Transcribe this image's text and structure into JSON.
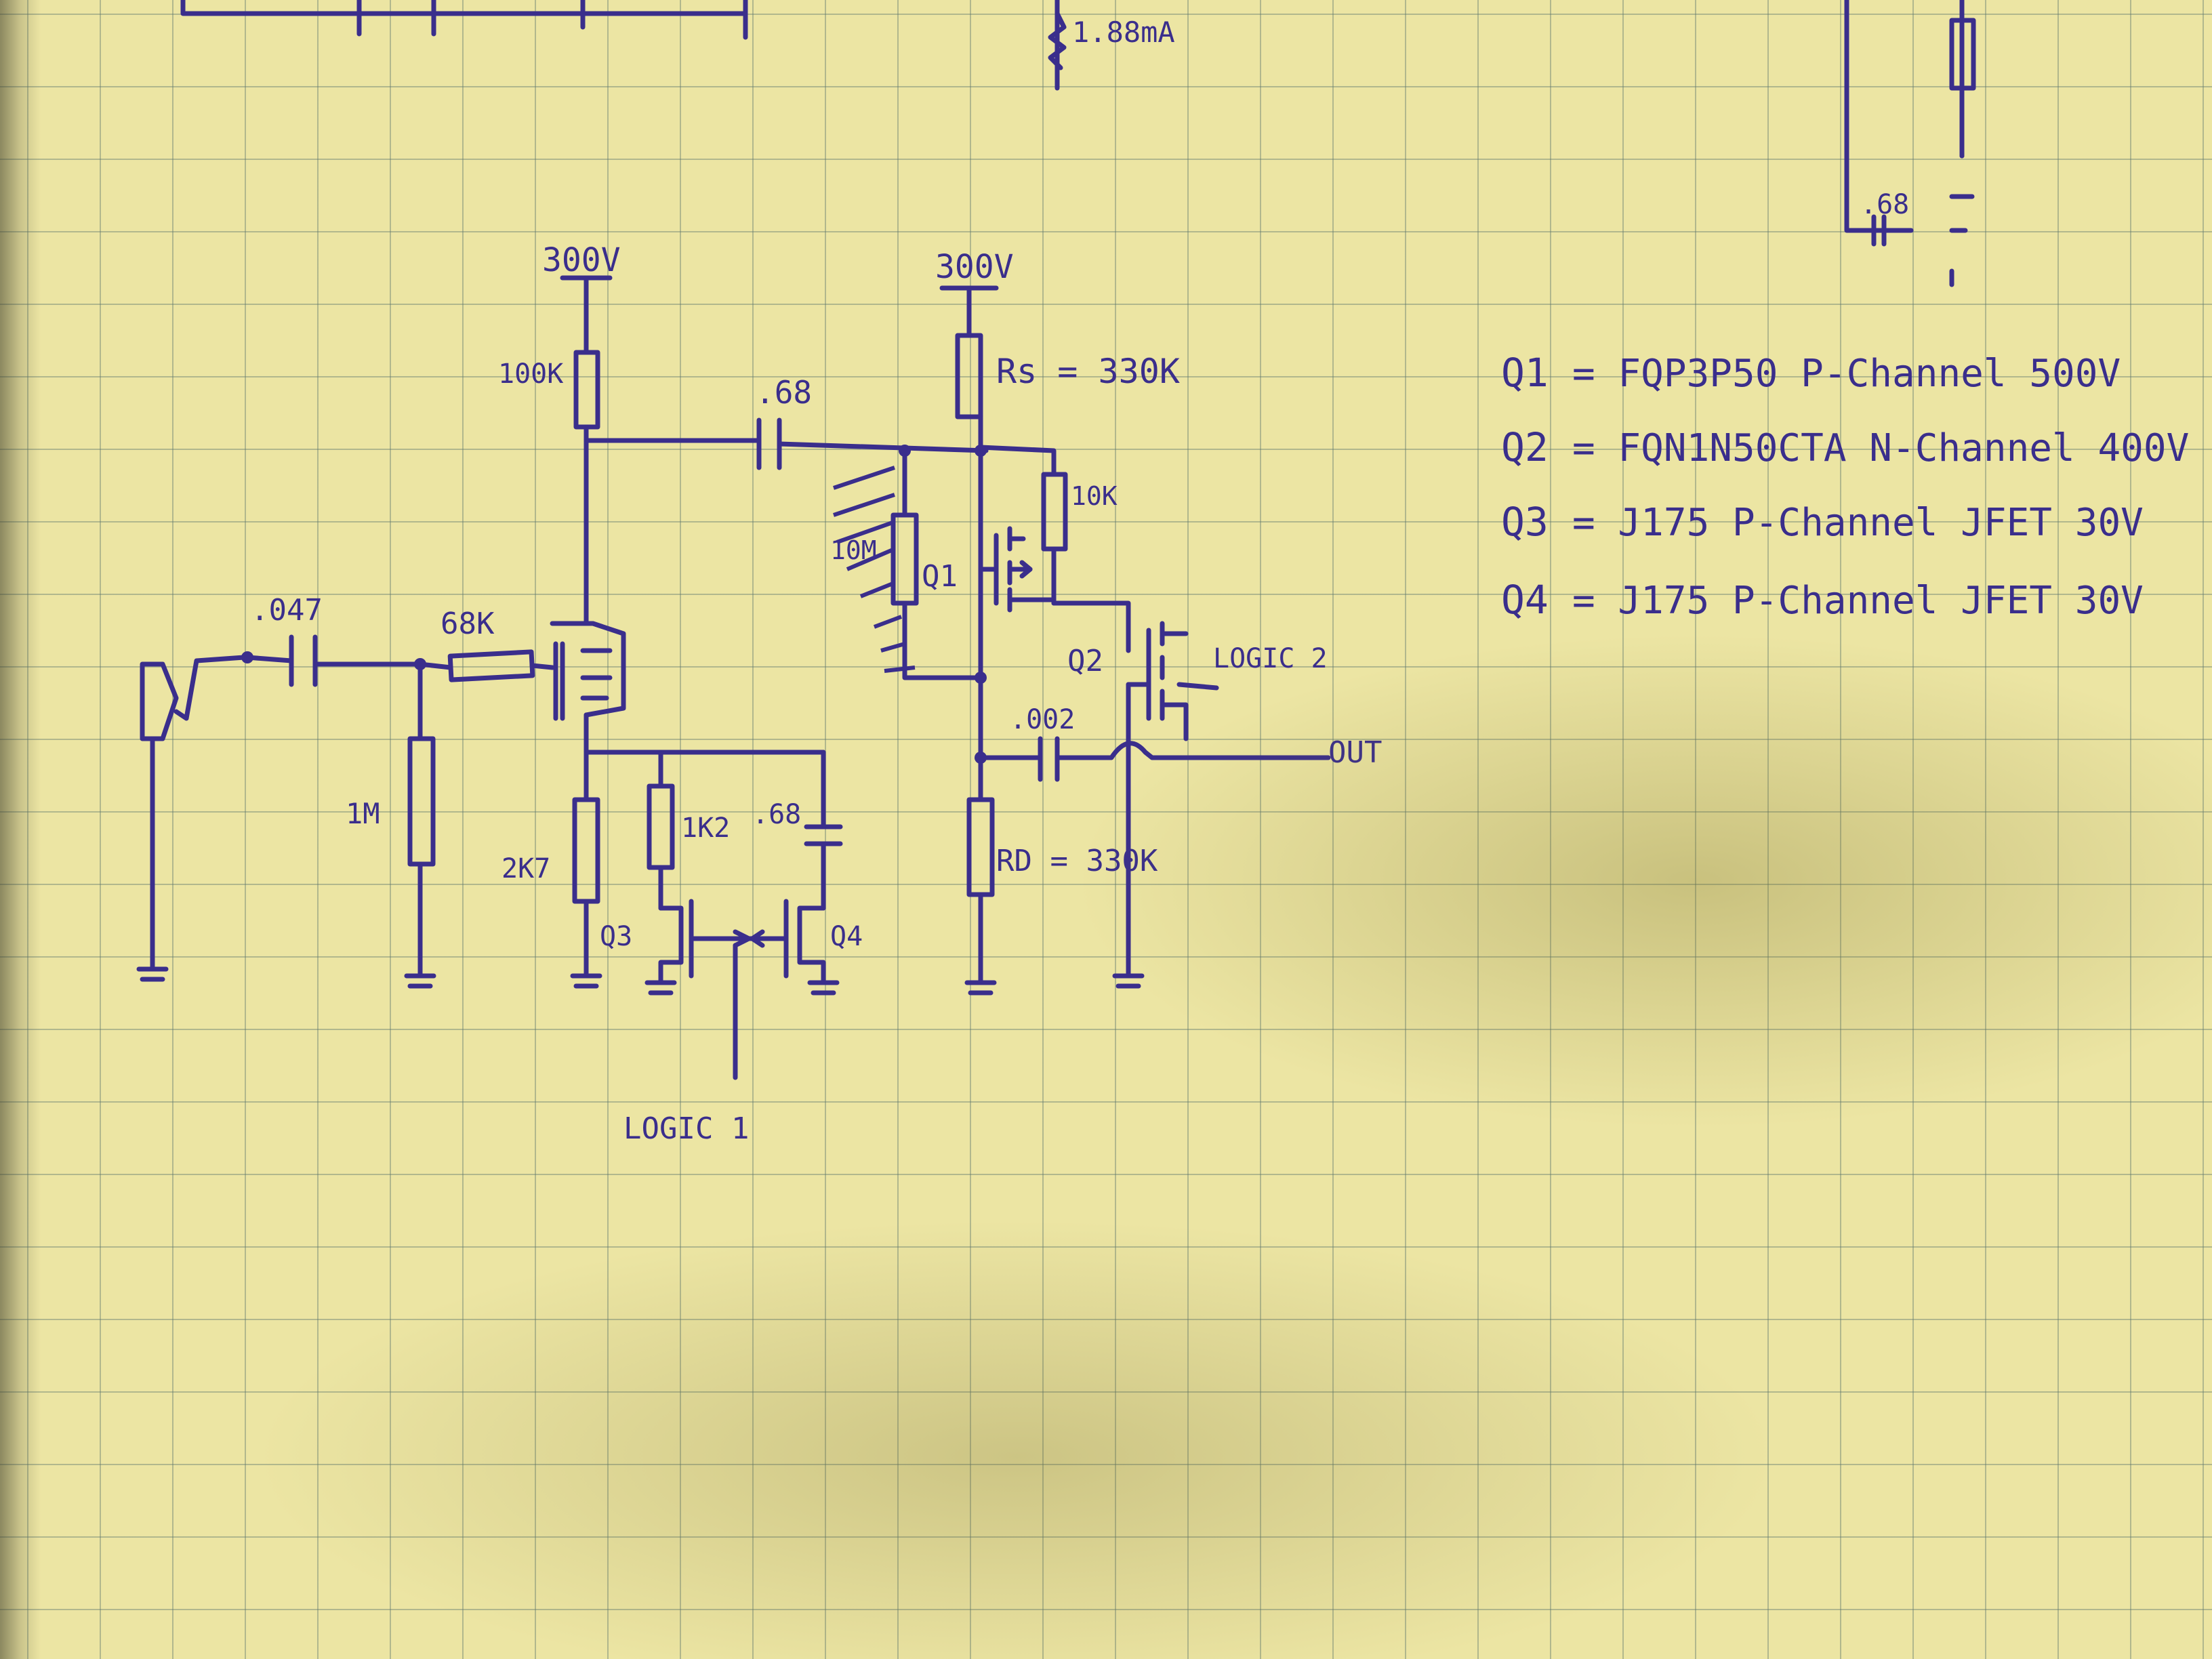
{
  "top_annotation": "1.88mA",
  "supply": {
    "left": "300V",
    "right": "300V"
  },
  "components": {
    "r_100k": "100K",
    "c_068_top": ".68",
    "rs": "Rs = 330K",
    "r_10k": "10K",
    "r_10m": "10M",
    "q1": "Q1",
    "c_047": ".047",
    "r_68k": "68K",
    "q2": "Q2",
    "logic2": "LOGIC 2",
    "c_002": ".002",
    "out": "OUT",
    "r_1m": "1M",
    "r_2k7": "2K7",
    "r_1k2": "1K2",
    "c_068_bot": ".68",
    "rd": "RD = 330K",
    "q3": "Q3",
    "q4": "Q4",
    "logic1": "LOGIC 1",
    "top_right_cap": ".68"
  },
  "legend": [
    {
      "ref": "Q1",
      "text": "= FQP3P50 P-Channel 500V"
    },
    {
      "ref": "Q2",
      "text": "= FQN1N50CTA N-Channel 400V"
    },
    {
      "ref": "Q3",
      "text": "= J175 P-Channel JFET 30V"
    },
    {
      "ref": "Q4",
      "text": "= J175 P-Channel JFET 30V"
    }
  ],
  "colors": {
    "ink": "#3a2e8c",
    "paper": "#ece5a3",
    "grid": "#5f786e"
  }
}
